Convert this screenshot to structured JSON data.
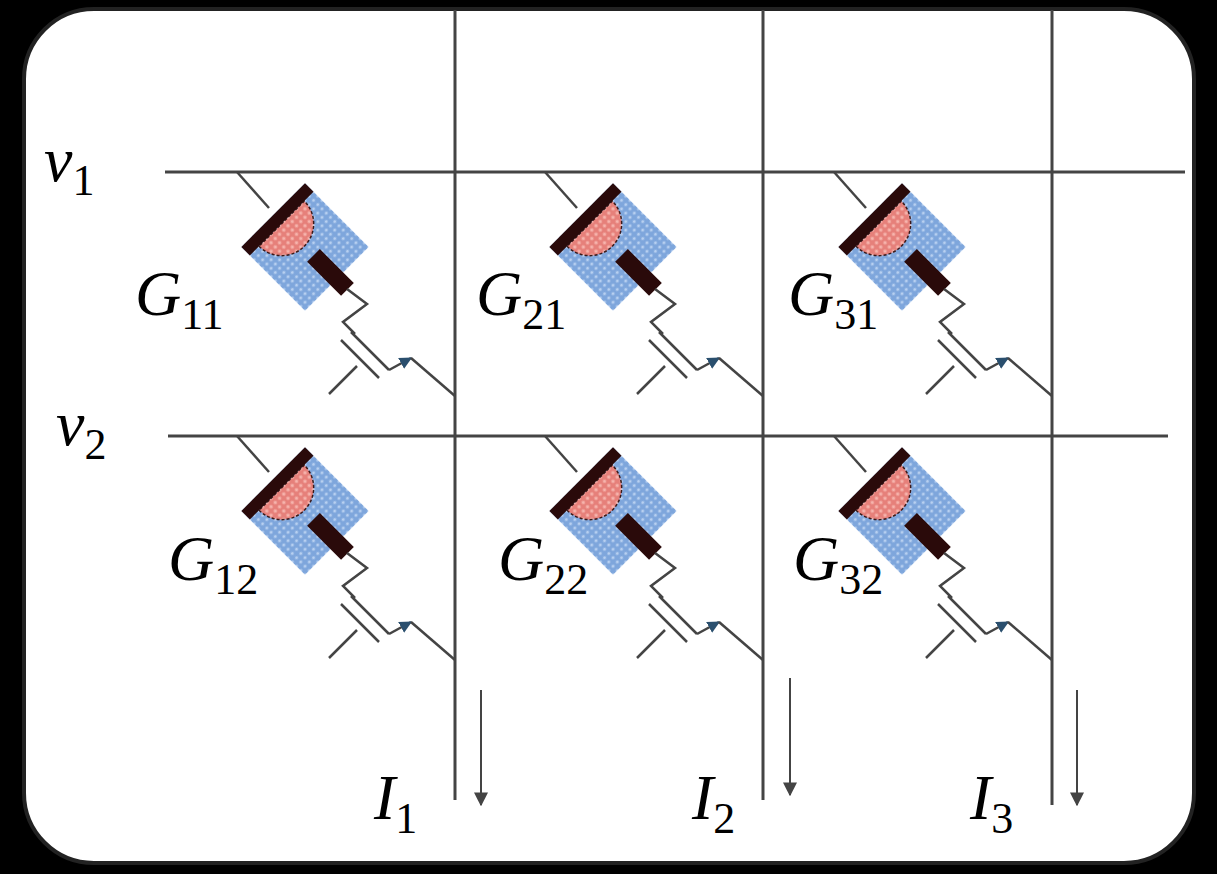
{
  "diagram": {
    "labels": [
      "v1",
      "G11",
      "G21",
      "G31",
      "v2",
      "G12",
      "G22",
      "G32",
      "I1",
      "I2",
      "I3"
    ]
  }
}
